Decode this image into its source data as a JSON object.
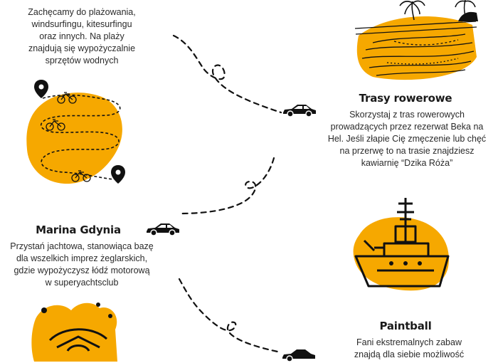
{
  "colors": {
    "accent": "#f6a800",
    "ink": "#111111",
    "text": "#2a2a2a"
  },
  "sections": {
    "beach": {
      "text": "Zachęcamy do plażowania,\nwindsurfingu, kitesurfingu\noraz innych. Na plaży\nznajdują się wypożyczalnie\nsprzętów wodnych"
    },
    "bike": {
      "title": "Trasy rowerowe",
      "text": "Skorzystaj z tras rowerowych\nprowadzących przez rezerwat Beka na\nHel. Jeśli złapie Cię zmęczenie lub chęć\nna przerwę to na trasie znajdziesz\nkawiarnię “Dzika Róża”"
    },
    "marina": {
      "title": "Marina Gdynia",
      "text": "Przystań jachtowa, stanowiąca bazę\ndla wszelkich imprez żeglarskich,\ngdzie  wypożyczysz łódź motorową\nw superyachtsclub"
    },
    "paintball": {
      "title": "Paintball",
      "text": "Fani ekstremalnych zabaw\nznajdą dla siebie możliwość"
    }
  },
  "icons": [
    "beach-illustration-icon",
    "bike-map-icon",
    "car-icon",
    "ship-icon",
    "paintball-icon",
    "location-pin-icon",
    "bicycle-icon"
  ]
}
